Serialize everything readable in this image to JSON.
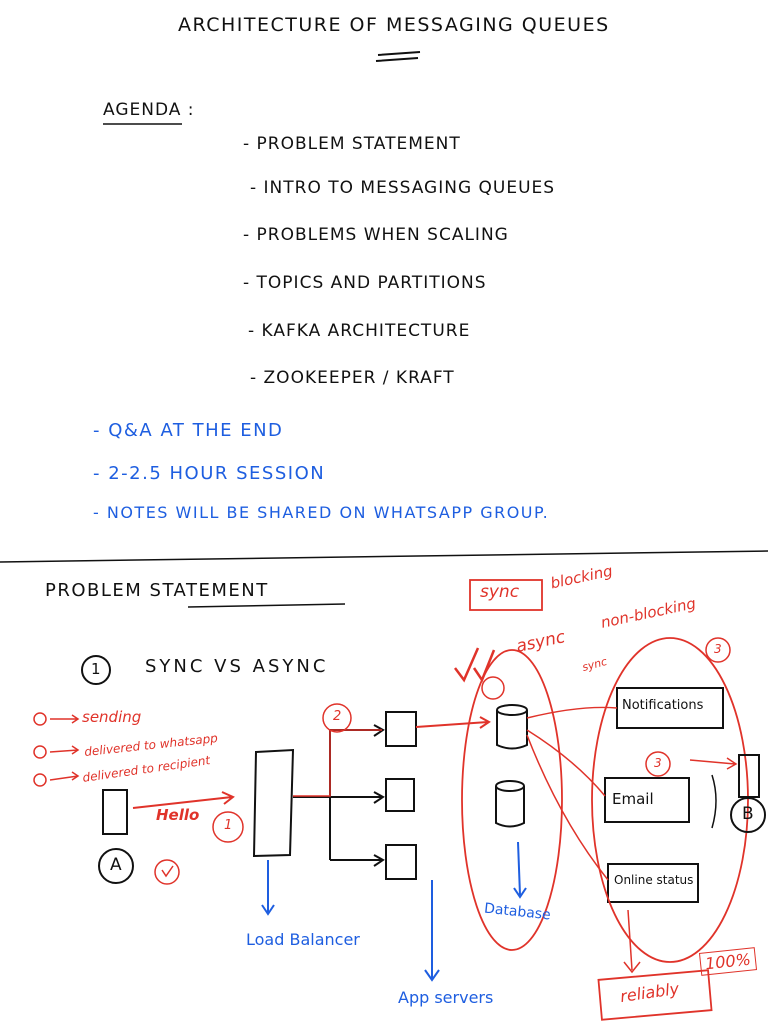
{
  "title": "ARCHITECTURE OF MESSAGING QUEUES",
  "agenda": {
    "label": "AGENDA :",
    "items": [
      "- PROBLEM STATEMENT",
      "- INTRO TO MESSAGING QUEUES",
      "- PROBLEMS WHEN SCALING",
      "- TOPICS AND PARTITIONS",
      "- KAFKA ARCHITECTURE",
      "- ZOOKEEPER / KRAFT"
    ]
  },
  "notes": [
    "- Q&A AT THE END",
    "- 2-2.5 HOUR SESSION",
    "- NOTES WILL BE SHARED ON WHATSAPP GROUP."
  ],
  "problem": {
    "heading": "PROBLEM STATEMENT",
    "subheading_num": "1",
    "subheading": "SYNC VS ASYNC"
  },
  "sync_notes": {
    "sync": "sync",
    "blocking": "blocking",
    "non_blocking": "non-blocking",
    "async": "async",
    "sync_small": "sync"
  },
  "status_legend": {
    "sending": "sending",
    "delivered": "delivered to whatsapp",
    "recipient": "delivered to recipient"
  },
  "diagram": {
    "hello": "Hello",
    "client_a": "A",
    "client_b": "B",
    "badge_1": "1",
    "badge_2": "2",
    "badge_3": "3",
    "badge_3b": "3",
    "notifications": "Notifications",
    "email": "Email",
    "online_status": "Online status",
    "load_balancer": "Load Balancer",
    "app_servers": "App servers",
    "database": "Database",
    "reliably": "reliably",
    "percent": "100%"
  }
}
